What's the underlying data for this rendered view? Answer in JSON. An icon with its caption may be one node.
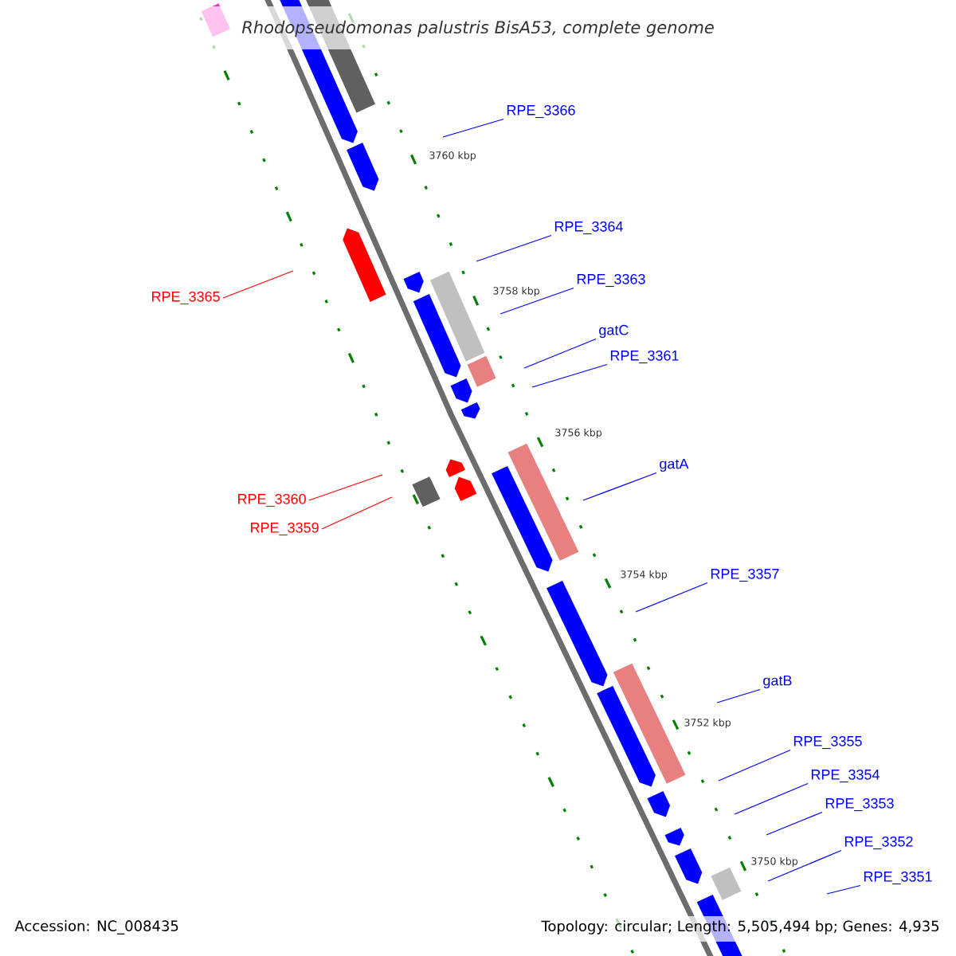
{
  "diagram": {
    "title": "Rhodopseudomonas palustris BisA53, complete genome",
    "nodes": [
      {
        "text": [
          "RPE_3366"
        ]
      },
      {
        "text": [
          "RPE_3364"
        ]
      },
      {
        "text": [
          "RPE_3363"
        ]
      },
      {
        "text": [
          "RPE_3365"
        ]
      },
      {
        "text": [
          "gatC"
        ]
      },
      {
        "text": [
          "RPE_3361"
        ]
      },
      {
        "text": [
          "gatA"
        ]
      },
      {
        "text": [
          "RPE_3360"
        ]
      },
      {
        "text": [
          "RPE_3359"
        ]
      },
      {
        "text": [
          "RPE_3357"
        ]
      },
      {
        "text": [
          "gatB"
        ]
      },
      {
        "text": [
          "RPE_3355"
        ]
      },
      {
        "text": [
          "RPE_3354"
        ]
      },
      {
        "text": [
          "RPE_3353"
        ]
      },
      {
        "text": [
          "RPE_3352"
        ]
      },
      {
        "text": [
          "RPE_3351"
        ]
      }
    ],
    "edges": [
      {
        "from": 0,
        "to": null,
        "arrow": "none"
      },
      {
        "from": 1,
        "to": null,
        "arrow": "none"
      },
      {
        "from": 2,
        "to": null,
        "arrow": "none"
      },
      {
        "from": 3,
        "to": null,
        "arrow": "none",
        "color": "#ff0000"
      },
      {
        "from": 4,
        "to": null,
        "arrow": "none"
      },
      {
        "from": 5,
        "to": null,
        "arrow": "none"
      },
      {
        "from": 6,
        "to": null,
        "arrow": "none"
      },
      {
        "from": 7,
        "to": null,
        "arrow": "none",
        "color": "#ff0000"
      },
      {
        "from": 8,
        "to": null,
        "arrow": "none",
        "color": "#ff0000"
      },
      {
        "from": 9,
        "to": null,
        "arrow": "none"
      },
      {
        "from": 10,
        "to": null,
        "arrow": "none"
      },
      {
        "from": 11,
        "to": null,
        "arrow": "none"
      },
      {
        "from": 12,
        "to": null,
        "arrow": "none"
      },
      {
        "from": 13,
        "to": null,
        "arrow": "none"
      },
      {
        "from": 14,
        "to": null,
        "arrow": "none"
      },
      {
        "from": 15,
        "to": null,
        "arrow": "none"
      }
    ],
    "labels": [
      "3760 kbp",
      "3758 kbp",
      "3756 kbp",
      "3754 kbp",
      "3752 kbp",
      "3750 kbp",
      "Accession: NC_008435",
      "Topology: circular; Length: 5,505,494 bp; Genes: 4,935"
    ]
  }
}
